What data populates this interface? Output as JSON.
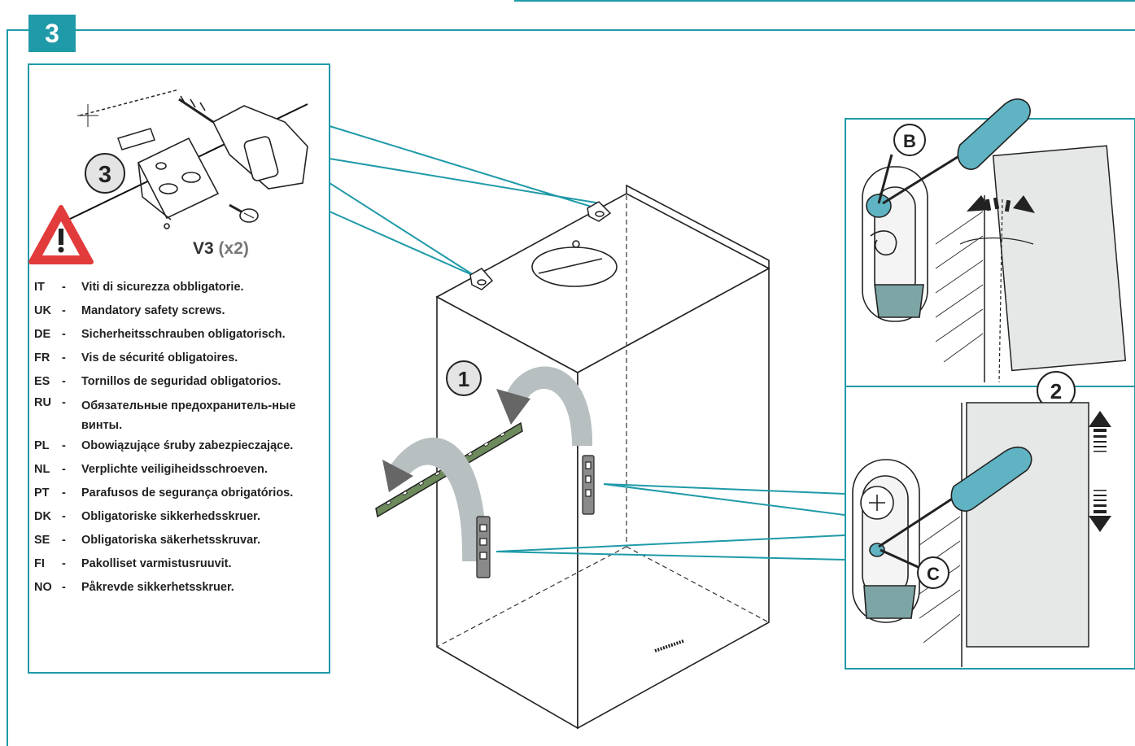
{
  "step_number": "3",
  "detail_panel": {
    "callout_number": "3",
    "screw_code": "V3",
    "screw_quantity": "(x2)",
    "languages": [
      {
        "code": "IT",
        "text": "Viti di sicurezza obbligatorie."
      },
      {
        "code": "UK",
        "text": "Mandatory safety screws."
      },
      {
        "code": "DE",
        "text": "Sicherheitsschrauben obligatorisch."
      },
      {
        "code": "FR",
        "text": "Vis de sécurité obligatoires."
      },
      {
        "code": "ES",
        "text": "Tornillos de seguridad obligatorios."
      },
      {
        "code": "RU",
        "text": "Обязательные предохранитель-ные винты."
      },
      {
        "code": "PL",
        "text": "Obowiązujące śruby zabezpieczające."
      },
      {
        "code": "NL",
        "text": "Verplichte veiligiheidsschroeven."
      },
      {
        "code": "PT",
        "text": "Parafusos de segurança obrigatórios."
      },
      {
        "code": "DK",
        "text": "Obligatoriske sikkerhedsskruer."
      },
      {
        "code": "SE",
        "text": "Obligatoriska säkerhetsskruvar."
      },
      {
        "code": "FI",
        "text": "Pakolliset varmistusruuvit."
      },
      {
        "code": "NO",
        "text": "Påkrevde sikkerhetsskruer."
      }
    ]
  },
  "callouts": {
    "main_unit": "1",
    "adjustment": "2",
    "screw_b": "B",
    "screw_c": "C"
  },
  "colors": {
    "accent": "#1f9aa8",
    "screwdriver": "#5fb3c2",
    "warning_red": "#e23b3b",
    "arrow_grey": "#b8bfc0",
    "panel_grey": "#e6e8e8"
  }
}
